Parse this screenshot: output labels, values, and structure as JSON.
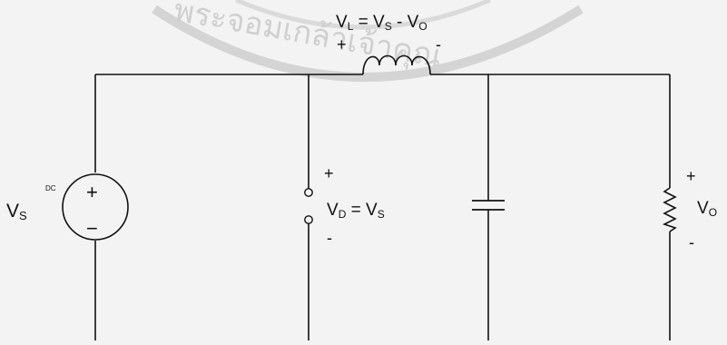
{
  "watermark": {
    "text": "พระจอมเกล้าเจ้าคุณ",
    "color": "#cfcfcf"
  },
  "inductor_label": {
    "l": "V",
    "l_sub": "L",
    "eq": " = ",
    "s": "V",
    "s_sub": "S",
    "minus": " - ",
    "o": "V",
    "o_sub": "O"
  },
  "inductor_polarity": {
    "plus": "+",
    "minus": "-"
  },
  "source": {
    "label": "V",
    "label_sub": "S",
    "type": "DC",
    "plus": "+",
    "minus": "−"
  },
  "diode": {
    "plus": "+",
    "minus": "-",
    "d": "V",
    "d_sub": "D",
    "eq": " = ",
    "s": "V",
    "s_sub": "S"
  },
  "load": {
    "plus": "+",
    "minus": "-",
    "label": "V",
    "label_sub": "O"
  },
  "colors": {
    "wire": "#111111",
    "background": "#f3f3f3"
  }
}
